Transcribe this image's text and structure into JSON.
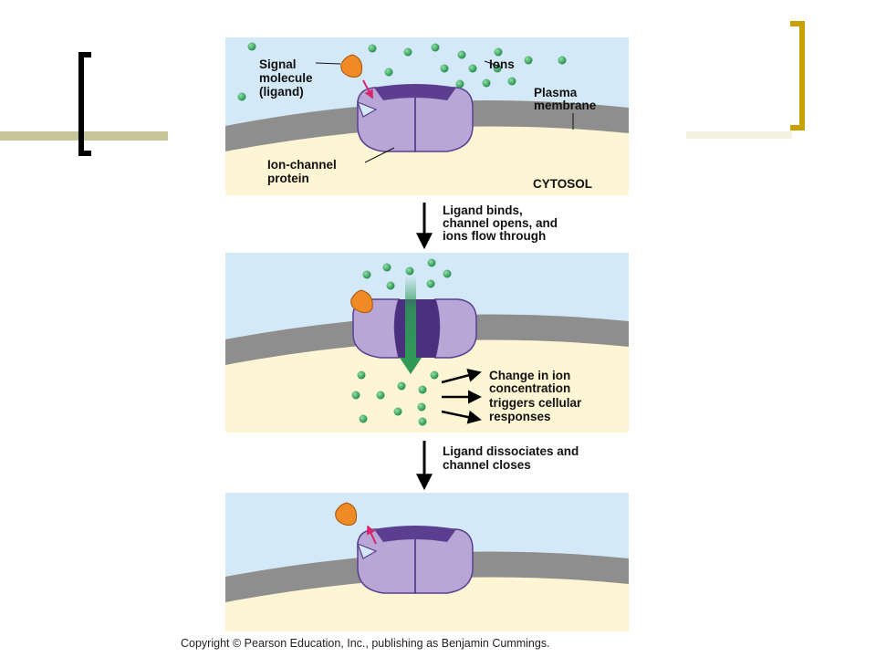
{
  "diagram": {
    "panel1": {
      "signal_label": [
        "Signal",
        "molecule",
        "(ligand)"
      ],
      "ions_label": "Ions",
      "membrane_label": [
        "Plasma",
        "membrane"
      ],
      "protein_label": [
        "Ion-channel",
        "protein"
      ],
      "cytosol_label": "CYTOSOL"
    },
    "step1_caption": [
      "Ligand binds,",
      "channel opens, and",
      "ions flow through"
    ],
    "panel2": {
      "response_label": [
        "Change in ion",
        "concentration",
        "triggers cellular",
        "responses"
      ]
    },
    "step2_caption": [
      "Ligand dissociates and",
      "channel closes"
    ]
  },
  "copyright": "Copyright © Pearson Education, Inc., publishing as Benjamin Cummings.",
  "colors": {
    "extracellular": "#d3e9f7",
    "cytosol": "#fdf5d3",
    "membrane": "#8e8e8e",
    "protein": "#b7a6d6",
    "protein_dark": "#5b3e8f",
    "ion": "#2f9a57",
    "ligand": "#f08a24",
    "pink_arrow": "#d6266e",
    "gold_accent": "#c8a000"
  }
}
